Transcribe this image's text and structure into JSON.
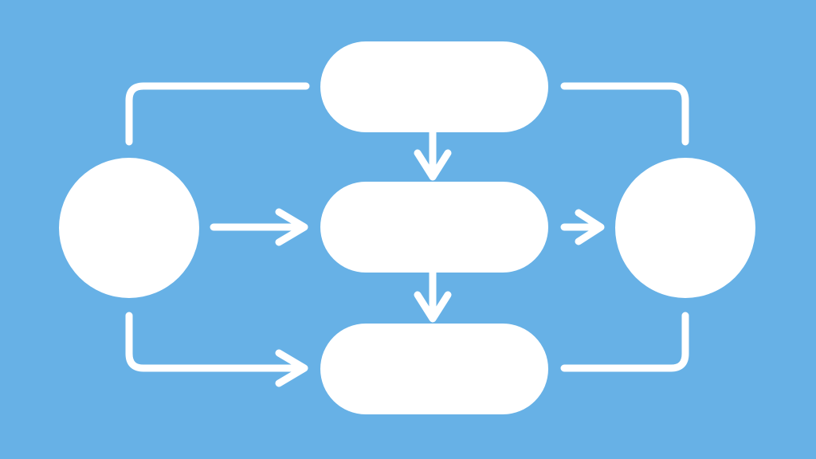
{
  "colors": {
    "background": "#67b1e6",
    "shapes": "#ffffff"
  },
  "diagram": {
    "nodes": [
      {
        "id": "left-circle",
        "shape": "circle"
      },
      {
        "id": "top-pill",
        "shape": "pill"
      },
      {
        "id": "middle-pill",
        "shape": "pill"
      },
      {
        "id": "bottom-pill",
        "shape": "pill"
      },
      {
        "id": "right-circle",
        "shape": "circle"
      }
    ],
    "edges": [
      {
        "from": "left-circle",
        "to": "top-pill",
        "arrowhead": false
      },
      {
        "from": "left-circle",
        "to": "middle-pill",
        "arrowhead": true
      },
      {
        "from": "left-circle",
        "to": "bottom-pill",
        "arrowhead": true
      },
      {
        "from": "top-pill",
        "to": "middle-pill",
        "arrowhead": true
      },
      {
        "from": "middle-pill",
        "to": "bottom-pill",
        "arrowhead": true
      },
      {
        "from": "middle-pill",
        "to": "right-circle",
        "arrowhead": true
      },
      {
        "from": "top-pill",
        "to": "right-circle",
        "arrowhead": false
      },
      {
        "from": "bottom-pill",
        "to": "right-circle",
        "arrowhead": false
      }
    ]
  }
}
